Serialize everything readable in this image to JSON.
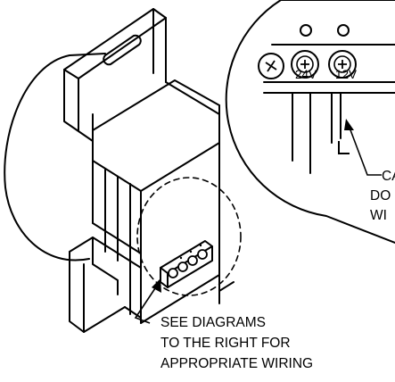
{
  "callouts": {
    "see_diagrams": [
      "SEE DIAGRAMS",
      "TO THE RIGHT FOR",
      "APPROPRIATE WIRING"
    ],
    "caution_partial": [
      "CA",
      "DO",
      "WI"
    ]
  },
  "terminals": {
    "left": "24V",
    "right": "12V"
  },
  "colors": {
    "line": "#000000",
    "background": "#ffffff"
  }
}
